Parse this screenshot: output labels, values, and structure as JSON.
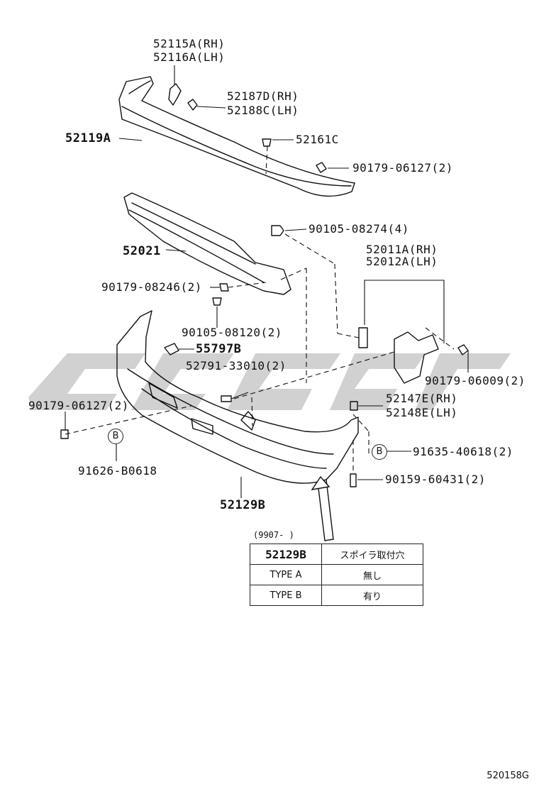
{
  "labels": {
    "p52115a": "52115A(RH)",
    "p52116a": "52116A(LH)",
    "p52187d": "52187D(RH)",
    "p52188c": "52188C(LH)",
    "p52119a": "52119A",
    "p52161c": "52161C",
    "p90179_06127_top": "90179-06127(2)",
    "p90105_08274": "90105-08274(4)",
    "p52021": "52021",
    "p52011a": "52011A(RH)",
    "p52012a": "52012A(LH)",
    "p90179_08246": "90179-08246(2)",
    "p90105_08120": "90105-08120(2)",
    "p55797b": "55797B",
    "p52791": "52791-33010(2)",
    "p90179_06009": "90179-06009(2)",
    "p52147e": "52147E(RH)",
    "p52148e": "52148E(LH)",
    "p90179_06127_left": "90179-06127(2)",
    "p91635": "91635-40618(2)",
    "p91626": "91626-B0618",
    "p90159": "90159-60431(2)",
    "p52129b": "52129B"
  },
  "callouts": {
    "b1": "B",
    "b2": "B"
  },
  "spec_table": {
    "range": "(9907-    )",
    "header_part": "52129B",
    "header_desc": "スポイラ取付穴",
    "rows": [
      {
        "type": "TYPE  A",
        "value": "無し"
      },
      {
        "type": "TYPE  B",
        "value": "有り"
      }
    ]
  },
  "watermark_text": "CDCG",
  "footer_code": "520158G",
  "colors": {
    "line": "#111111",
    "watermark": "#c8c8c8"
  }
}
